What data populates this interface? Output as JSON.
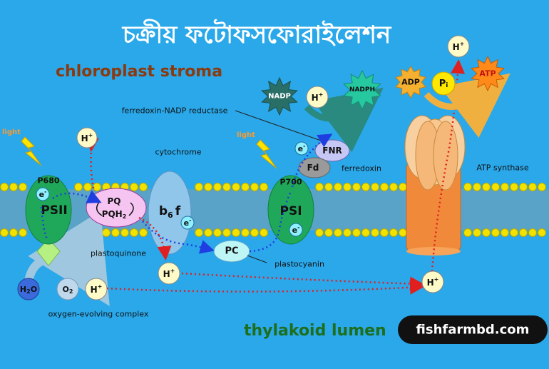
{
  "title": "চক্রীয় ফটোফসফোরাইলেশন",
  "stroma_label": "chloroplast stroma",
  "lumen_label": "thylakoid lumen",
  "watermark": "fishfarmbd.com",
  "colors": {
    "background": "#2aa8ea",
    "stroma_text": "#8b3a0f",
    "lumen_text": "#1d6e1d",
    "membrane_head": "#f2e200",
    "photosystem": "#1fa85a",
    "electron_path": "#1f3de0",
    "proton_path": "#e02020"
  },
  "complexes": {
    "psii": {
      "name": "PSII",
      "center": "P680",
      "light": "light"
    },
    "psi": {
      "name": "PSI",
      "center": "P700",
      "light": "light"
    },
    "pq": {
      "top": "PQ",
      "bottom": "PQH",
      "bottom_sub": "2",
      "label": "plastoquinone"
    },
    "cytochrome": {
      "label": "cytochrome",
      "b": "b",
      "b_sub": "6",
      "f": "f"
    },
    "pc": {
      "name": "PC",
      "label": "plastocyanin"
    },
    "fd": {
      "name": "Fd",
      "label": "ferredoxin"
    },
    "fnr": {
      "name": "FNR",
      "label": "ferredoxin-NADP reductase"
    },
    "atp_synthase": {
      "label": "ATP synthase"
    },
    "oec": {
      "label": "oxygen-evolving complex"
    }
  },
  "molecules": {
    "electron": "e",
    "electron_sup": "-",
    "h": "H",
    "h_sup": "+",
    "h2o": "H",
    "h2o_sub": "2",
    "h2o_tail": "O",
    "o2": "O",
    "o2_sub": "2",
    "nadp": "NADP",
    "nadph": "NADPH",
    "adp": "ADP",
    "pi": "P",
    "pi_sub": "i",
    "atp": "ATP"
  }
}
